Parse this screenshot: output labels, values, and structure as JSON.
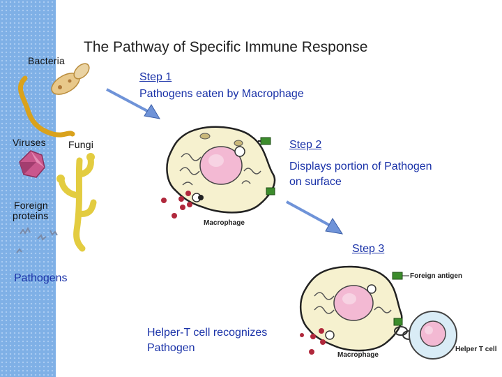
{
  "title": "The Pathway of Specific Immune Response",
  "pathogen_panel": {
    "bacteria": "Bacteria",
    "viruses": "Viruses",
    "fungi": "Fungi",
    "foreign_proteins_line1": "Foreign",
    "foreign_proteins_line2": "proteins",
    "caption": "Pathogens"
  },
  "steps": [
    {
      "label": "Step 1",
      "desc_line1": "Pathogens eaten by Macrophage"
    },
    {
      "label": "Step 2",
      "desc_line1": "Displays portion of Pathogen",
      "desc_line2": "on surface"
    },
    {
      "label": "Step 3"
    }
  ],
  "helper_t_text": {
    "line1": "Helper-T cell recognizes",
    "line2": "Pathogen"
  },
  "cell_labels": {
    "macrophage_1": "Macrophage",
    "macrophage_2": "Macrophage",
    "foreign_antigen": "Foreign antigen",
    "helper_t_cell": "Helper T cell"
  },
  "colors": {
    "step_text": "#1a32a8",
    "arrow": "#6f93d8",
    "nucleus": "#f3b9d3",
    "antigen": "#3c8c2c",
    "pathogen_dot": "#b0283c"
  }
}
